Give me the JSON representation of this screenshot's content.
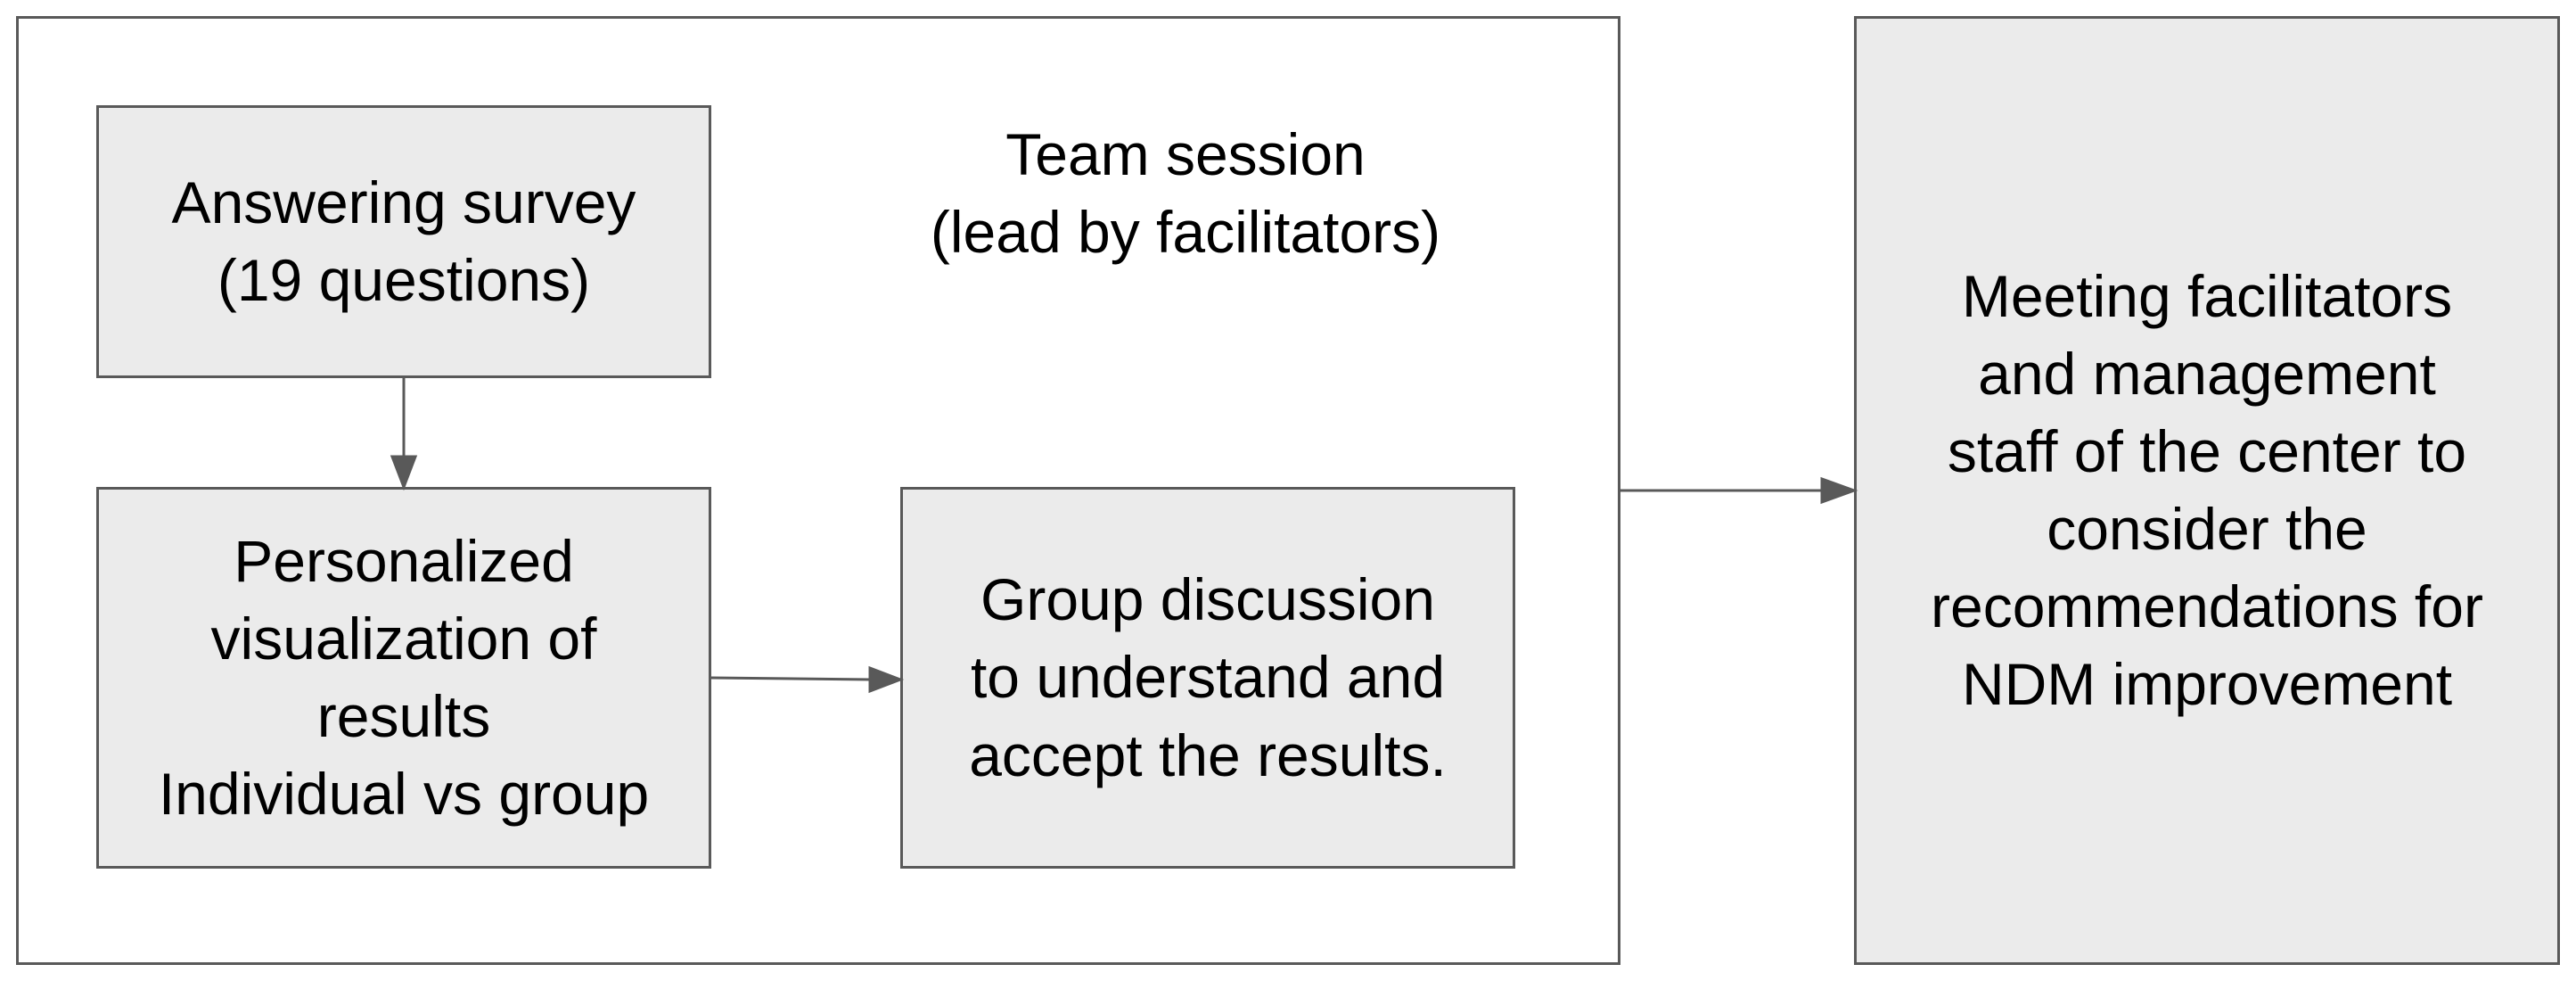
{
  "team_session": {
    "title": "Team session\n(lead by facilitators)"
  },
  "nodes": {
    "answering_survey": "Answering survey\n(19 questions)",
    "personalized_visualization": "Personalized\nvisualization of\nresults\nIndividual vs group",
    "group_discussion": "Group discussion\nto understand and\naccept the results.",
    "meeting_facilitators": "Meeting facilitators\nand management\nstaff of the center to\nconsider the\nrecommendations for\nNDM improvement"
  },
  "colors": {
    "box_fill": "#ebebeb",
    "border": "#595959",
    "arrow": "#595959"
  }
}
